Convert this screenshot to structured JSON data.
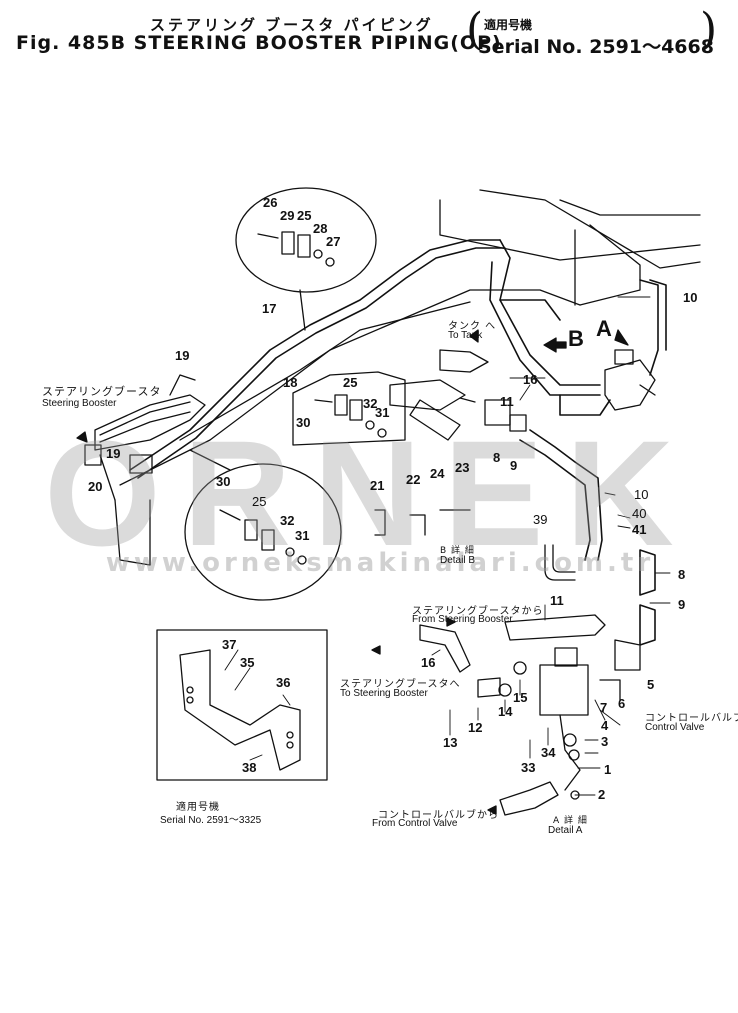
{
  "header": {
    "title_jp": "ステアリング ブースタ パイピング",
    "title_en": "Fig. 485B  STEERING BOOSTER PIPING(OP)",
    "serial_jp": "適用号機",
    "serial_en": "Serial No. 2591～4668",
    "paren_open": "(",
    "paren_close": ")"
  },
  "watermark": {
    "brand": "ORNEK",
    "url": "www.orneksmakinalari.com.tr"
  },
  "labels": {
    "booster_jp": "ステアリングブースタ",
    "booster_en": "Steering Booster",
    "tank_jp": "タンク へ",
    "tank_en": "To Tank",
    "view_a": "A",
    "view_b": "B",
    "detail_b_jp": "B 詳 細",
    "detail_b_en": "Detail B",
    "from_booster_jp": "ステアリングブースタから",
    "from_booster_en": "From Steering Booster",
    "to_booster_jp": "ステアリングブースタへ",
    "to_booster_en": "To Steering Booster",
    "control_valve_jp": "コントロールバルブ",
    "control_valve_en": "Control Valve",
    "from_cv_jp": "コントロールバルブから",
    "from_cv_en": "From Control Valve",
    "detail_a_jp": "A 詳 細",
    "detail_a_en": "Detail A",
    "inset_serial_jp": "適用号機",
    "inset_serial_en": "Serial No. 2591～3325"
  },
  "callouts": {
    "c1": "1",
    "c2": "2",
    "c3": "3",
    "c4": "4",
    "c5": "5",
    "c6": "6",
    "c7": "7",
    "c8": "8",
    "c8b": "8",
    "c9": "9",
    "c9b": "9",
    "c10": "10",
    "c10b": "10",
    "c11": "11",
    "c11b": "11",
    "c12": "12",
    "c13": "13",
    "c14": "14",
    "c15": "15",
    "c16": "16",
    "c16b": "16",
    "c17": "17",
    "c18": "18",
    "c19": "19",
    "c19b": "19",
    "c20": "20",
    "c21": "21",
    "c22": "22",
    "c23": "23",
    "c24": "24",
    "c25": "25",
    "c25b": "25",
    "c25c": "25",
    "c26": "26",
    "c27": "27",
    "c28": "28",
    "c29": "29",
    "c30": "30",
    "c30b": "30",
    "c31": "31",
    "c31b": "31",
    "c32": "32",
    "c32b": "32",
    "c33": "33",
    "c34": "34",
    "c35": "35",
    "c36": "36",
    "c37": "37",
    "c38": "38",
    "c39": "39",
    "c40": "40",
    "c41": "41"
  }
}
